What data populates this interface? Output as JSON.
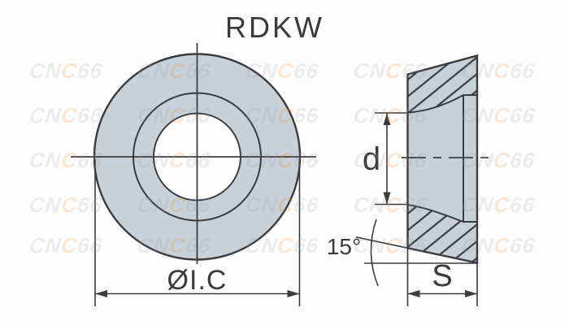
{
  "title": "RDKW",
  "colors": {
    "background": "#fdfdfd",
    "line": "#3a3c3f",
    "text": "#3a3a3a",
    "fill": "#c6d1d9",
    "watermark_gray": "rgba(158,163,168,0.18)",
    "watermark_orange": "rgba(238,138,48,0.20)"
  },
  "watermark": {
    "text": "CNC66",
    "accent_letter_index": 2
  },
  "front_view": {
    "diameter_label": "ØI.C"
  },
  "side_view": {
    "bore_diameter_label": "d",
    "thickness_label": "S",
    "clearance_angle_label": "15°"
  }
}
